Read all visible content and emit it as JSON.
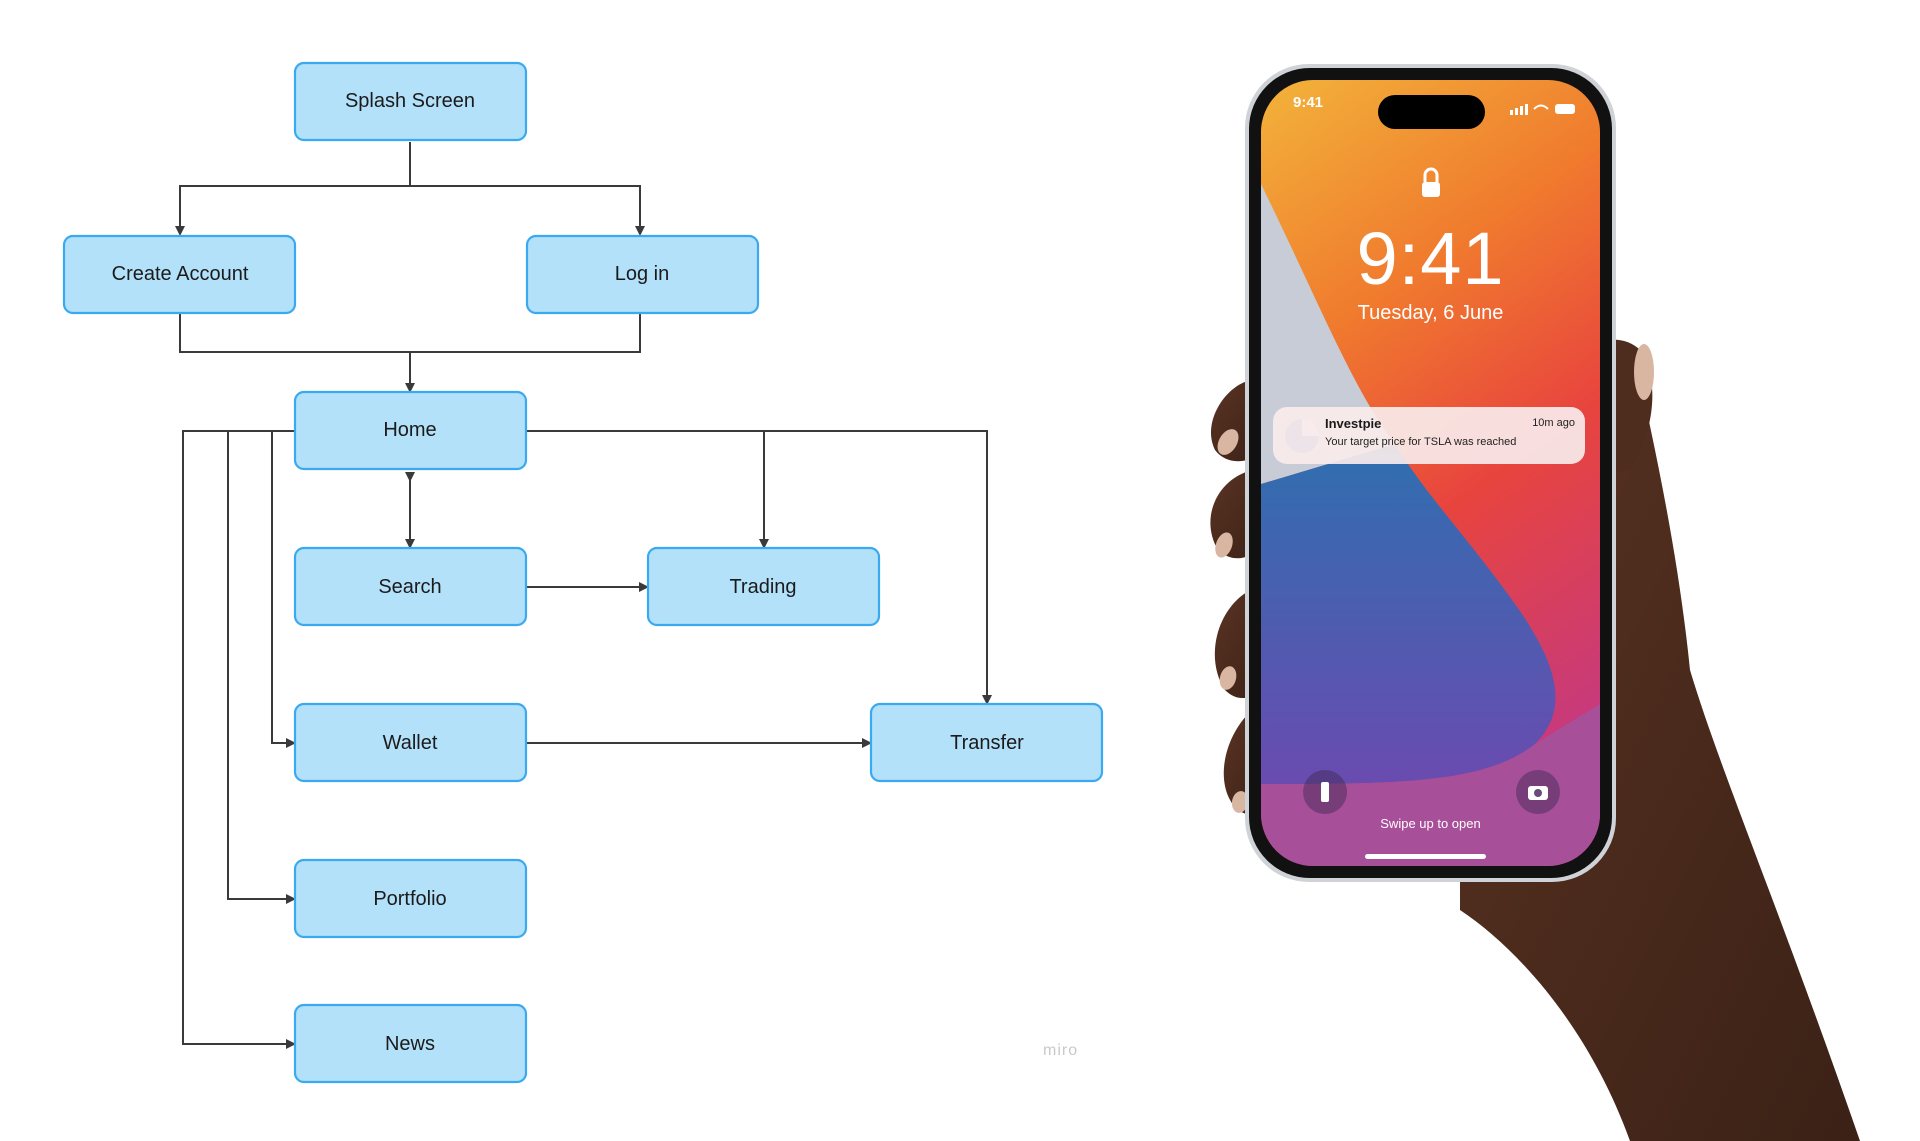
{
  "flowchart": {
    "nodes": {
      "splash": "Splash Screen",
      "create_account": "Create Account",
      "login": "Log in",
      "home": "Home",
      "search": "Search",
      "trading": "Trading",
      "wallet": "Wallet",
      "transfer": "Transfer",
      "portfolio": "Portfolio",
      "news": "News"
    },
    "colors": {
      "node_fill": "#b3e1fa",
      "node_border": "#3aa9f0",
      "connector": "#3a3a3a"
    }
  },
  "watermark": "miro",
  "phone": {
    "status_time": "9:41",
    "lock_time": "9:41",
    "lock_date": "Tuesday, 6 June",
    "notification": {
      "app": "Investpie",
      "time": "10m ago",
      "message": "Your target price for TSLA was reached"
    },
    "swipe_text": "Swipe up to open"
  }
}
